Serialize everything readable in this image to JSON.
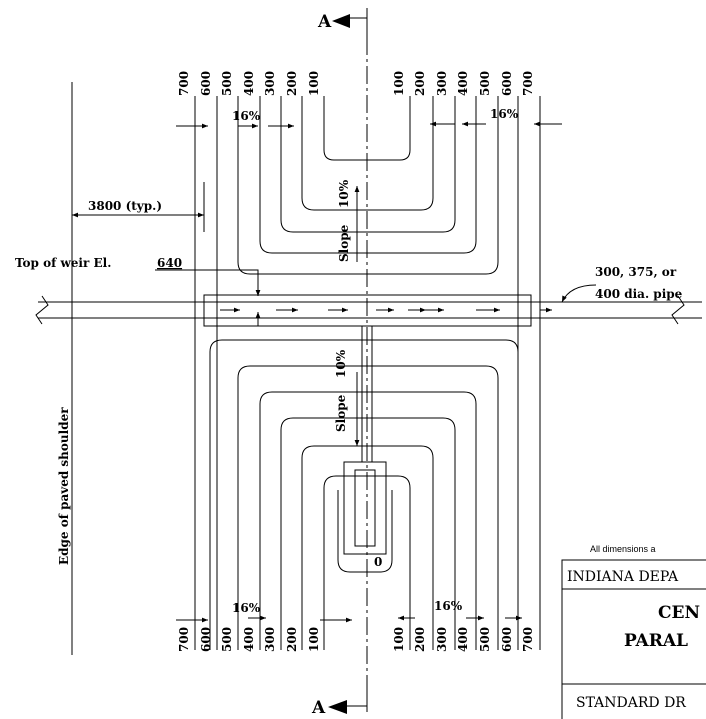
{
  "section_marker": "A",
  "contour_labels": [
    "700",
    "600",
    "500",
    "400",
    "300",
    "200",
    "100"
  ],
  "grade_label": "16%",
  "offset_label": "3800 (typ.)",
  "weir_label": "Top of weir El.",
  "weir_elevation": "640",
  "pipe_label_line1": "300, 375, or",
  "pipe_label_line2": "400 dia. pipe",
  "slope_label": "Slope",
  "slope_value": "10%",
  "shoulder_label": "Edge of paved shoulder",
  "outlet_label": "0",
  "title_block": {
    "note": "All dimensions a",
    "agency": "INDIANA  DEPA",
    "title_line1": "CEN",
    "title_line2": "PARAL",
    "footer": "STANDARD  DR"
  }
}
